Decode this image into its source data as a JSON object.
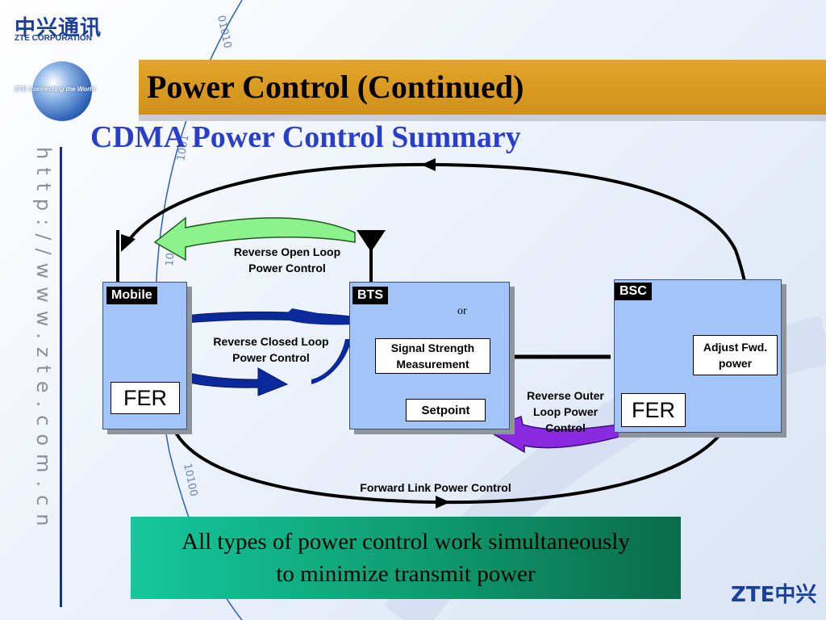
{
  "header": {
    "logo_cn": "中兴通讯",
    "logo_en": "ZTE CORPORATION",
    "globe_text": "ZTE Connecting the World",
    "url_vertical": "http://www.zte.com.cn",
    "bottom_logo": "ZTE中兴"
  },
  "slide": {
    "title": "Power Control (Continued)",
    "subtitle": "CDMA Power Control Summary"
  },
  "decor": {
    "binary_top": "01010",
    "binary_mid": "1001",
    "binary_lower": "10",
    "binary_bottom": "10100"
  },
  "diagram": {
    "mobile": {
      "tag": "Mobile",
      "fer": "FER"
    },
    "bts": {
      "tag": "BTS",
      "signal": "Signal Strength Measurement",
      "setpoint": "Setpoint",
      "or": "or"
    },
    "bsc": {
      "tag": "BSC",
      "adjust": "Adjust Fwd. power",
      "fer": "FER"
    },
    "labels": {
      "reverse_open": "Reverse Open Loop Power Control",
      "reverse_closed": "Reverse Closed Loop Power Control",
      "reverse_outer": "Reverse Outer Loop Power Control",
      "forward_link": "Forward Link Power Control"
    }
  },
  "banner": {
    "line1": "All types of power control work simultaneously",
    "line2": "to minimize transmit power"
  },
  "colors": {
    "title_bar": "#D99A1F",
    "subtitle": "#2A3FC9",
    "box_fill": "#A3C4F8",
    "open_loop_arrow": "#8CF28C",
    "closed_loop_arrow": "#0A2A9C",
    "outer_loop_arrow": "#8A2BE2",
    "banner": "#12B486"
  }
}
